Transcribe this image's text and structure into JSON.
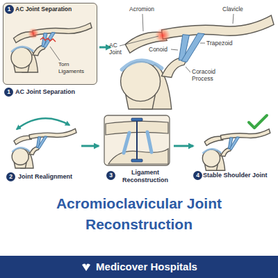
{
  "diagram": {
    "title": "Acromioclavicular Joint Reconstruction",
    "nodes": [
      {
        "text": [
          "AC Joint Separation",
          "Torn Ligaments"
        ]
      },
      {
        "text": [
          "1"
        ],
        "in": 0
      },
      {
        "text": [
          "1"
        ]
      },
      {
        "text": [
          "2"
        ]
      },
      {
        "text": [
          "3"
        ]
      },
      {
        "text": [
          "4"
        ]
      },
      {
        "text": [
          "Medicover Hospitals"
        ]
      }
    ],
    "labels": [
      "Acromion",
      "Clavicle",
      "Conoid",
      "AC Joint",
      "Trapezoid",
      "Coracoid Process",
      "AC Joint Separation",
      "Joint Realignment",
      "Ligament Reconstruction",
      "Stable Shoulder Joint"
    ]
  }
}
